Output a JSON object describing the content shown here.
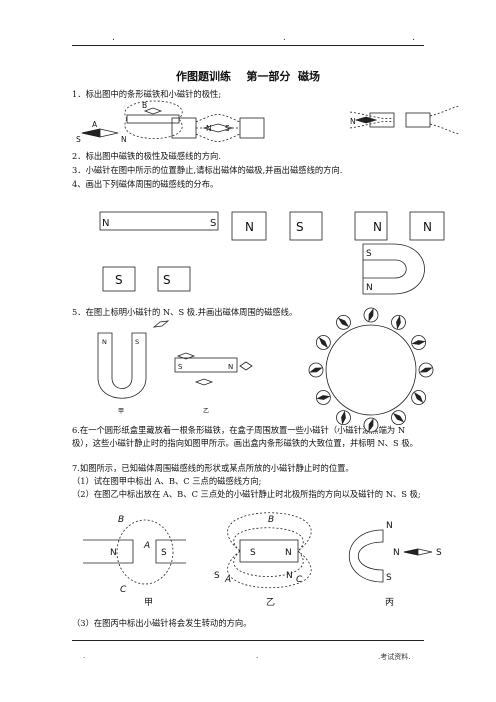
{
  "header": {
    "dot1": ".",
    "dot2": ".",
    "dot3": "."
  },
  "title": "作图题训练    第一部分  磁场",
  "questions": {
    "q1": "1．标出图中的条形磁铁和小磁针的极性;",
    "q2": "2．标出图中磁铁的极性及磁感线的方向.",
    "q3": "3．小磁针在图中所示的位置静止,请标出磁体的磁极,并画出磁感线的方向.",
    "q4": "4、画出下列磁体周围的磁感线的分布。",
    "q5": "5．在图上标明小磁针的 N、S 极.并画出磁体周围的磁感线。",
    "q6": "6.在一个圆形纸盒里藏放着一根条形磁铁，在盒子周围放置一些小磁针（小磁针涂黑端为 N 极），这些小磁针静止时的指向如图甲所示。画出盒内条形磁铁的大致位置，并标明 N、S 极。",
    "q7": "7.如图所示，已知磁体周围磁感线的形状或某点所放的小磁针静止时的位置。",
    "q7_1": "（1）试在图甲中标出 A、B、C 三点的磁感线方向;",
    "q7_2": "（2）在图乙中标出放在 A、B、C 三点处的小磁针静止时北极所指的方向以及磁针的 N、S 极;",
    "q7_3": "（3）在图丙中标出小磁针将会发生转动的方向。"
  },
  "fig1": {
    "a": "A",
    "b": "B",
    "s": "S",
    "n": "N",
    "n2": "N",
    "s2": "S",
    "n3": "N"
  },
  "fig4": {
    "ns_n": "N",
    "ns_s": "S",
    "p1": "N",
    "p2": "S",
    "p3": "N",
    "p4": "N",
    "p5": "S",
    "p6": "S",
    "u_s": "S",
    "u_n": "N"
  },
  "fig5": {
    "u_n": "N",
    "u_s": "S",
    "bar_s": "S",
    "bar_n": "N",
    "jia": "甲",
    "yi": "乙"
  },
  "fig7": {
    "b": "B",
    "n": "N",
    "a": "A",
    "s": "S",
    "c": "C",
    "jia": "甲",
    "b2": "B",
    "s2": "S",
    "n2": "N",
    "sa": "S",
    "a2": "A",
    "n3": "N",
    "c2": "C",
    "yi": "乙",
    "un": "N",
    "mn": "N",
    "ms": "S",
    "us": "S",
    "bing": "丙"
  },
  "footer": {
    "dot1": ".",
    "dot2": ".",
    "note": ".考试资料."
  }
}
